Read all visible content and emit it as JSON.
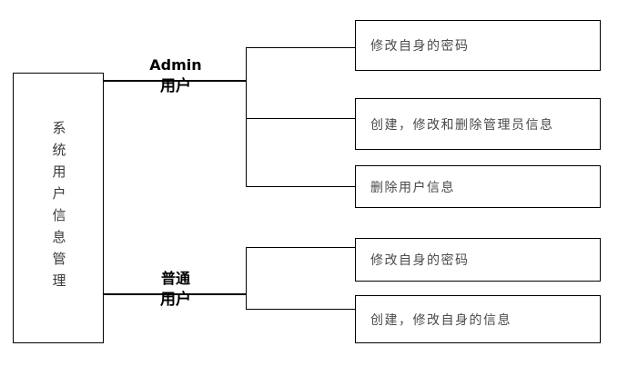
{
  "diagram": {
    "title": "系统用户信息管理",
    "type": "tree",
    "root": {
      "label": "系统用户信息管理",
      "orientation": "vertical-text"
    },
    "branches": [
      {
        "id": "admin",
        "line1": "Admin",
        "line2": "用户",
        "leaves": [
          "修改自身的密码",
          "创建，修改和删除管理员信息",
          "删除用户信息"
        ]
      },
      {
        "id": "normal",
        "line1": "普通",
        "line2": "用户",
        "leaves": [
          "修改自身的密码",
          "创建，修改自身的信息"
        ]
      }
    ],
    "leaves": [
      {
        "id": "leaf-1",
        "text": "修改自身的密码"
      },
      {
        "id": "leaf-2",
        "text": "创建，修改和删除管理员信息"
      },
      {
        "id": "leaf-3",
        "text": "删除用户信息"
      },
      {
        "id": "leaf-4",
        "text": "修改自身的密码"
      },
      {
        "id": "leaf-5",
        "text": "创建，修改自身的信息"
      }
    ],
    "colors": {
      "stroke": "#000000",
      "background": "#ffffff",
      "body_text": "#4a4a4a",
      "label_text": "#000000"
    }
  }
}
